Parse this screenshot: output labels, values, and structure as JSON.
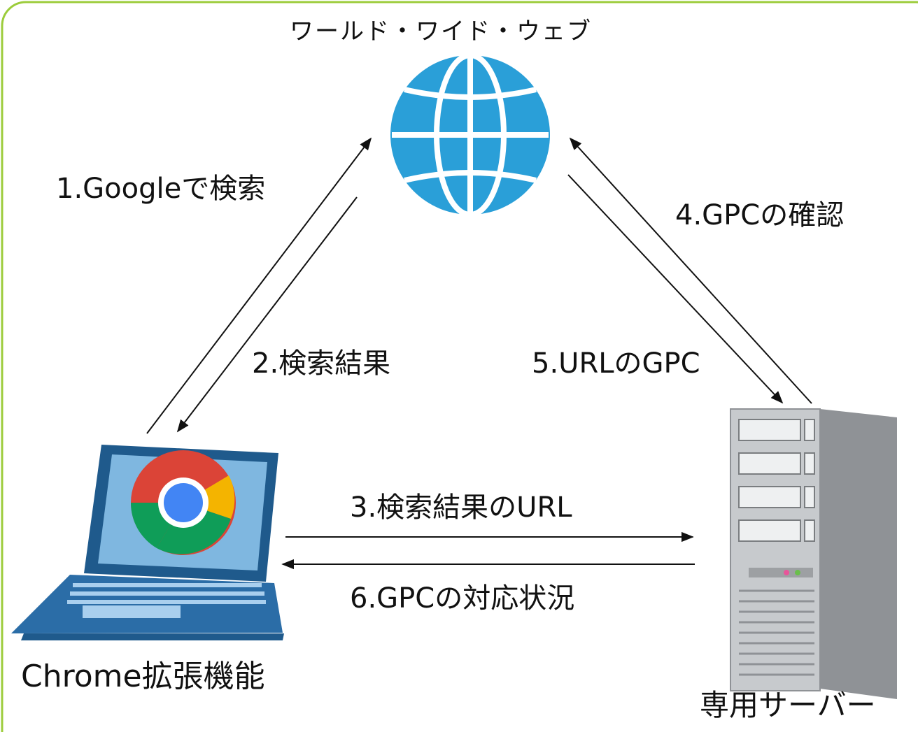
{
  "nodes": {
    "www": {
      "label": "ワールド・ワイド・ウェブ",
      "icon": "globe-icon"
    },
    "client": {
      "label": "Chrome拡張機能",
      "icon": "laptop-chrome-icon"
    },
    "server": {
      "label": "専用サーバー",
      "icon": "server-tower-icon"
    }
  },
  "edges": [
    {
      "step": "1.Googleで検索",
      "from": "client",
      "to": "www"
    },
    {
      "step": "2.検索結果",
      "from": "www",
      "to": "client"
    },
    {
      "step": "3.検索結果のURL",
      "from": "client",
      "to": "server"
    },
    {
      "step": "4.GPCの確認",
      "from": "server",
      "to": "www"
    },
    {
      "step": "5.URLのGPC",
      "from": "www",
      "to": "server"
    },
    {
      "step": "6.GPCの対応状況",
      "from": "server",
      "to": "client"
    }
  ],
  "colors": {
    "frame_border": "#9ccc3b",
    "globe": "#2a9fd8",
    "laptop": "#1f5a8c",
    "server": "#b9bcbf",
    "arrow": "#111111"
  }
}
